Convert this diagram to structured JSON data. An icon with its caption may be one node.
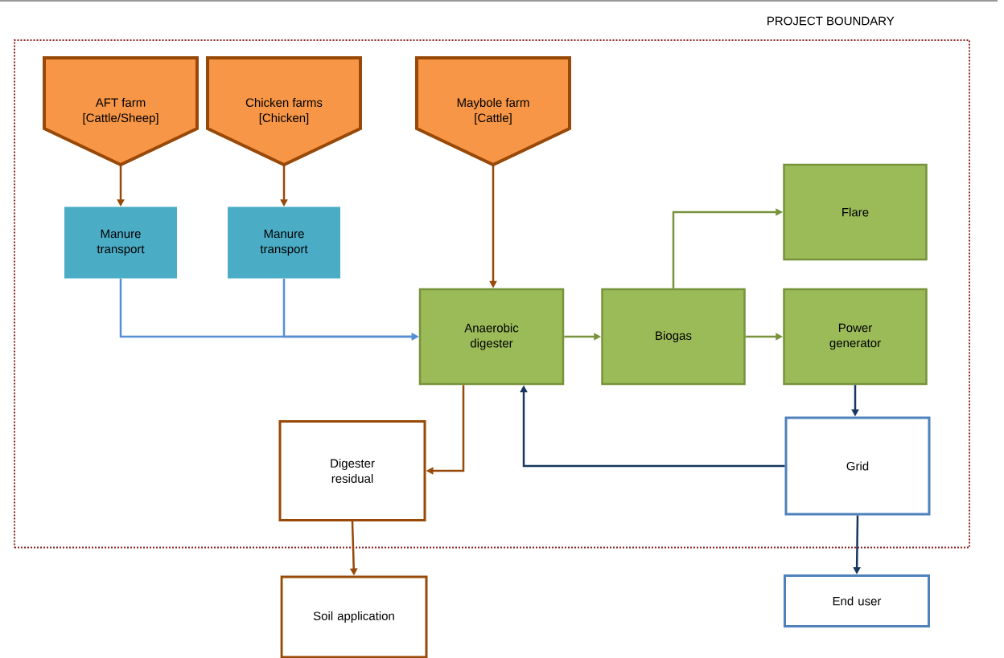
{
  "diagram": {
    "nodes": [
      {
        "text": [
          "PROJECT BOUNDARY"
        ]
      },
      {
        "text": [
          "AFT farm [Cattle/Sheep]"
        ],
        "in": 0
      },
      {
        "text": [
          "Chicken farms [Chicken]"
        ],
        "in": 0
      },
      {
        "text": [
          "Maybole farm [Cattle]"
        ],
        "in": 0
      },
      {
        "text": [
          "Manure transport"
        ],
        "in": 0
      },
      {
        "text": [
          "Manure transport"
        ],
        "in": 0
      },
      {
        "text": [
          "Anaerobic digester"
        ],
        "in": 0
      },
      {
        "text": [
          "Biogas"
        ],
        "in": 0
      },
      {
        "text": [
          "Flare"
        ],
        "in": 0
      },
      {
        "text": [
          "Power generator"
        ],
        "in": 0
      },
      {
        "text": [
          "Grid"
        ],
        "in": 0
      },
      {
        "text": [
          "Digester residual"
        ],
        "in": 0
      },
      {
        "text": [
          "Soil application"
        ]
      },
      {
        "text": [
          "End user"
        ]
      }
    ],
    "edges": [
      {
        "from": 1,
        "to": 4,
        "arrow": "to",
        "color": "#984807"
      },
      {
        "from": 2,
        "to": 5,
        "arrow": "to",
        "color": "#984807"
      },
      {
        "from": 3,
        "to": 6,
        "arrow": "to",
        "color": "#984807"
      },
      {
        "from": 4,
        "to": 6,
        "arrow": "to",
        "color": "#558ed5"
      },
      {
        "from": 5,
        "to": 6,
        "arrow": "to",
        "color": "#558ed5"
      },
      {
        "from": 6,
        "to": 7,
        "arrow": "to",
        "color": "#77933c"
      },
      {
        "from": 7,
        "to": 8,
        "arrow": "to",
        "color": "#77933c"
      },
      {
        "from": 7,
        "to": 9,
        "arrow": "to",
        "color": "#77933c"
      },
      {
        "from": 9,
        "to": 10,
        "arrow": "to",
        "color": "#17375e"
      },
      {
        "from": 10,
        "to": 6,
        "arrow": "to",
        "color": "#17375e"
      },
      {
        "from": 6,
        "to": 11,
        "arrow": "to",
        "color": "#984807"
      },
      {
        "from": 11,
        "to": 12,
        "arrow": "to",
        "color": "#984807"
      },
      {
        "from": 10,
        "to": 13,
        "arrow": "to",
        "color": "#17375e"
      }
    ]
  }
}
